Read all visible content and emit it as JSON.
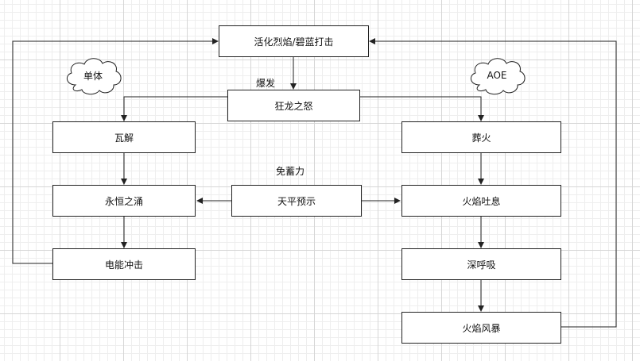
{
  "nodes": {
    "main_skill": "活化烈焰/碧蓝打击",
    "dragon_rage": "狂龙之怒",
    "disintegrate": "瓦解",
    "eternity_surge": "永恒之涌",
    "shattering_star": "电能冲击",
    "tip_the_scales": "天平预示",
    "pyre": "葬火",
    "fire_breath": "火焰吐息",
    "deep_breath": "深呼吸",
    "firestorm": "火焰风暴"
  },
  "labels": {
    "burst": "爆发",
    "no_charge": "免蓄力"
  },
  "clouds": {
    "single_target": "单体",
    "aoe": "AOE"
  },
  "colors": {
    "line": "#222222",
    "node_border": "#222222",
    "node_fill": "#ffffff"
  }
}
